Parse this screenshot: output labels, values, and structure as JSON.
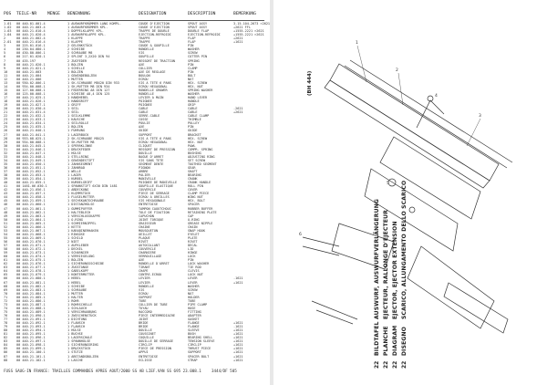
{
  "header": {
    "pos": "POS",
    "teile_nr": "TEILE-NR",
    "menge": "MENGE",
    "benennung": "BENENNUNG",
    "designation": "DESIGNATION",
    "description": "DESCRIPTION",
    "bemerkung": "BEMERKUNG"
  },
  "rows": [
    [
      "1.01",
      "00 440.01.001.4",
      "1 AUSWURFKRÜMMER LANG KOMPL.",
      "COUDE D'EJECTION",
      "SPOUT ASSY",
      "3-15.104-2673 >2621"
    ],
    [
      "1.02",
      "00 440.21.003.4",
      "1 AUSWURFKRÜMMER KPL.",
      "COUDE D'EJECTION",
      "SPOUT ASSY",
      "+2621 FFL"
    ],
    [
      "1.03",
      "00 440.21.010.4",
      "1 DOPPELKLAPPE KPL.",
      "TRAPPE DE DOUBLE",
      "DOUBLE FLAP",
      "+1555-2221 >2621"
    ],
    [
      "1.04",
      "00 440.21.020.4",
      "1 AUSWURFKLAPPE KPL.",
      "EJECTION-REFROIDI",
      "EJECTION-REFROIDI",
      "+1555-2221 >2621"
    ],
    [
      "2",
      "00 440.21.002.4",
      "1 KLAPPE",
      "TRAPPE",
      "FLAP",
      "+2621"
    ],
    [
      "2.01",
      "00 440.21.016.4",
      "1 KLAPPE",
      "TRAPPE",
      "FLAP",
      "+1621"
    ],
    [
      "3",
      "00 225.01.016.1",
      "2 GELENKSTÜCK",
      "COUDE & GOUPILLE",
      "PIN",
      ""
    ],
    [
      "4",
      "00 230.04.080.1",
      "2 SCHEIBE",
      "RONDELLE",
      "WASHER",
      ""
    ],
    [
      "5",
      "00 430.80.006.1",
      "2 SCHRAUBE M8",
      "VIS",
      "SCREW",
      ""
    ],
    [
      "6",
      "00 217.01.020.1",
      "2 SPLINT 3,2X20 DIN 94",
      "GOUPILLE",
      "COTTER PIN",
      ""
    ],
    [
      "7",
      "00 435.197",
      "2 ZUGFEDER",
      "RESSORT DE TRACTION",
      "SPRING",
      ""
    ],
    [
      "8",
      "00 440.21.020.1",
      "1 BOLZEN",
      "AXE",
      "PIN",
      ""
    ],
    [
      "9",
      "00 440.21.021.1",
      "1 SCHELLE",
      "COLLIER",
      "CLAMP",
      ""
    ],
    [
      "10",
      "00 440.21.003",
      "1 BOLZEN",
      "AXE DE REGLAGE",
      "PIN",
      ""
    ],
    [
      "11",
      "00 440.21.004",
      "1 GEWINDEBOLZEN",
      "BOULON",
      "BOLT",
      ""
    ],
    [
      "12",
      "00 440.21.006",
      "1 MUTTER",
      "ECROU",
      "NUT",
      ""
    ],
    [
      "13",
      "00 930.02.006.1",
      "1 SK-SCHRAUBE M8X20 DIN 933",
      "VIS A TETE 6 PANS",
      "HEX. SCREW",
      ""
    ],
    [
      "14",
      "00 934.00.008.1",
      "1 SK-MUTTER M8 DIN 934",
      "ECROU HEXAGONAL",
      "HEX. NUT",
      ""
    ],
    [
      "15",
      "00 127.00.008.1",
      "1 FEDERRING A8 DIN 127",
      "RONDELLE GROWER",
      "SPRING WASHER",
      ""
    ],
    [
      "16",
      "00 125.00.008.1",
      "1 SCHEIBE A8,4 DIN 125",
      "RONDELLE",
      "WASHER",
      ""
    ],
    [
      "17",
      "00 440.21.025.1",
      "1 HANDHEBEL",
      "LEVIER A MAIN",
      "HAND LEVER",
      ""
    ],
    [
      "18",
      "00 440.21.026.1",
      "1 HANDGRIFF",
      "POIGNEE",
      "HANDLE",
      ""
    ],
    [
      "19",
      "00 440.21.027.1",
      "1 GRIFF",
      "POIGNEE",
      "GRIP",
      ""
    ],
    [
      "20",
      "00 440.21.030.4",
      "1 SEIL",
      "CABLE",
      "CABLE",
      "-2621"
    ],
    [
      "21",
      "00 440.21.031.4",
      "1 SEIL",
      "CABLE",
      "CABLE",
      "+2621"
    ],
    [
      "22",
      "00 440.21.032.1",
      "1 SEILKLEMME",
      "SERRE-CABLE",
      "CABLE CLAMP",
      ""
    ],
    [
      "23",
      "00 440.21.033.1",
      "1 KAUSCHE",
      "COSSE",
      "THIMBLE",
      ""
    ],
    [
      "24",
      "00 440.21.034.1",
      "1 SEILROLLE",
      "POULIE",
      "PULLEY",
      ""
    ],
    [
      "25",
      "00 440.21.035.1",
      "1 BOLZEN",
      "AXE",
      "PIN",
      ""
    ],
    [
      "26",
      "00 440.21.040.1",
      "1 FÜHRUNG",
      "GUIDE",
      "GUIDE",
      ""
    ],
    [
      "27",
      "00 440.21.041.1",
      "1 LAGERBOCK",
      "SUPPORT",
      "BRACKET",
      ""
    ],
    [
      "28",
      "00 933.08.025.1",
      "2 SK-SCHRAUBE M8X25",
      "VIS A TETE 6 PANS",
      "HEX. SCREW",
      ""
    ],
    [
      "29",
      "00 934.00.008.1",
      "2 SK-MUTTER M8",
      "ECROU HEXAGONAL",
      "HEX. NUT",
      ""
    ],
    [
      "30",
      "00 440.21.045.1",
      "1 SPERRKLINKE",
      "CLIQUET",
      "PAWL",
      ""
    ],
    [
      "31",
      "00 440.21.046.1",
      "1 DRUCKFEDER",
      "RESSORT DE PRESSION",
      "COMPR. SPRING",
      ""
    ],
    [
      "32",
      "00 440.21.047.1",
      "1 HÜLSE",
      "DOUILLE",
      "BUSHING",
      ""
    ],
    [
      "33",
      "00 440.21.048.1",
      "1 STELLRING",
      "BAGUE D'ARRET",
      "ADJUSTING RING",
      ""
    ],
    [
      "34",
      "00 440.21.049.1",
      "1 GEWINDESTIFT",
      "VIS SANS TETE",
      "SET SCREW",
      ""
    ],
    [
      "35",
      "00 440.21.050.1",
      "1 ZAHNSEGMENT",
      "SEGMENT DENTE",
      "TOOTHED SEGMENT",
      ""
    ],
    [
      "36",
      "00 440.21.051.1",
      "1 ZAHNRAD",
      "PIGNON",
      "GEAR",
      ""
    ],
    [
      "37",
      "00 440.21.052.1",
      "1 WELLE",
      "ARBRE",
      "SHAFT",
      ""
    ],
    [
      "38",
      "00 440.21.053.1",
      "1 LAGER",
      "PALIER",
      "BEARING",
      ""
    ],
    [
      "39",
      "00 440.21.054.1",
      "1 KURBEL",
      "MANIVELLE",
      "CRANK",
      ""
    ],
    [
      "40",
      "00 440.21.055.1",
      "1 KURBELGRIFF",
      "POIGNEE DE MANIVELLE",
      "CRANK HANDLE",
      ""
    ],
    [
      "41",
      "00 1481.06.030.1",
      "1 SPANNSTIFT 6X30 DIN 1481",
      "GOUPILLE ELASTIQUE",
      "ROLL PIN",
      ""
    ],
    [
      "42",
      "00 440.21.056.1",
      "1 ABDECKUNG",
      "COUVERCLE",
      "COVER",
      ""
    ],
    [
      "43",
      "00 440.21.057.1",
      "1 KLEMMSTÜCK",
      "PIECE DE SERRAGE",
      "CLAMP PIECE",
      ""
    ],
    [
      "44",
      "00 440.21.058.1",
      "1 FLÜGELMUTTER",
      "ECROU A OREILLES",
      "WING NUT",
      ""
    ],
    [
      "45",
      "00 440.21.059.1",
      "1 SECHSKANTSCHRAUBE",
      "VIS HEXAGONALE",
      "HEX. BOLT",
      ""
    ],
    [
      "46",
      "00 440.21.060.1",
      "1 DISTANZHÜLSE",
      "ENTRETOISE",
      "SPACER",
      ""
    ],
    [
      "47",
      "00 440.21.061.1",
      "1 GUMMIPUFFER",
      "TAMPON CAOUTCHOUC",
      "RUBBER BUFFER",
      ""
    ],
    [
      "48",
      "00 440.21.062.1",
      "1 HALTEBLECH",
      "TOLE DE FIXATION",
      "RETAINING PLATE",
      ""
    ],
    [
      "49",
      "00 440.21.063.1",
      "1 VERSCHLUSSKAPPE",
      "CAPUCHON",
      "CAP",
      ""
    ],
    [
      "50",
      "00 440.21.064.1",
      "1 O-RING",
      "JOINT TORIQUE",
      "O-RING",
      ""
    ],
    [
      "51",
      "00 440.21.065.1",
      "1 SCHMIERNIPPEL",
      "GRAISSEUR",
      "GREASE NIPPLE",
      ""
    ],
    [
      "52",
      "00 440.21.066.1",
      "1 KETTE",
      "CHAINE",
      "CHAIN",
      ""
    ],
    [
      "53",
      "00 440.21.067.1",
      "1 KARABINERHAKEN",
      "MOUSQUETON",
      "SNAP HOOK",
      ""
    ],
    [
      "54",
      "00 440.21.068.1",
      "1 RINGÖSE",
      "OEILLET",
      "EYELET",
      ""
    ],
    [
      "55",
      "00 440.21.069.1",
      "1 SCHILD",
      "PLAQUE",
      "PLATE",
      ""
    ],
    [
      "56",
      "00 440.21.070.1",
      "2 NIET",
      "RIVET",
      "RIVET",
      ""
    ],
    [
      "57",
      "00 440.21.071.1",
      "1 AUFKLEBER",
      "AUTOCOLLANT",
      "DECAL",
      ""
    ],
    [
      "58",
      "00 440.21.072.1",
      "1 DECKEL",
      "COUVERCLE",
      "LID",
      ""
    ],
    [
      "59",
      "00 440.21.073.1",
      "1 SCHARNIER",
      "CHARNIERE",
      "HINGE",
      ""
    ],
    [
      "60",
      "00 440.21.074.1",
      "1 VERRIEGELUNG",
      "VERROUILLAGE",
      "LOCK",
      ""
    ],
    [
      "61",
      "00 440.21.075.1",
      "1 BOLZEN",
      "AXE",
      "PIN",
      ""
    ],
    [
      "62",
      "00 440.21.076.1",
      "1 SICHERUNGSSCHEIBE",
      "RONDELLE D'ARRET",
      "LOCK WASHER",
      ""
    ],
    [
      "63",
      "00 440.21.077.1",
      "1 ZUGSTANGE",
      "TIRANT",
      "TIE ROD",
      ""
    ],
    [
      "64",
      "00 440.21.078.1",
      "1 GABELKOPF",
      "CHAPE",
      "CLEVIS",
      ""
    ],
    [
      "65",
      "00 440.21.079.1",
      "1 KONTERMUTTER",
      "CONTRE-ECROU",
      "LOCK NUT",
      ""
    ],
    [
      "66",
      "00 440.21.080.1",
      "1 HEBEL",
      "LEVIER",
      "LEVER",
      "-1621"
    ],
    [
      "67",
      "00 440.21.081.1",
      "1 HEBEL",
      "LEVIER",
      "LEVER",
      "+1621"
    ],
    [
      "68",
      "00 440.21.082.1",
      "1 SCHEIBE",
      "RONDELLE",
      "WASHER",
      ""
    ],
    [
      "69",
      "00 440.21.083.1",
      "1 SCHRAUBE",
      "VIS",
      "SCREW",
      ""
    ],
    [
      "70",
      "00 440.21.084.1",
      "1 MUTTER",
      "ECROU",
      "NUT",
      ""
    ],
    [
      "71",
      "00 440.21.085.1",
      "1 HALTER",
      "SUPPORT",
      "HOLDER",
      ""
    ],
    [
      "72",
      "00 440.21.086.1",
      "1 ROHR",
      "TUBE",
      "TUBE",
      ""
    ],
    [
      "73",
      "00 440.21.087.1",
      "1 ROHRSCHELLE",
      "COLLIER DE TUBE",
      "PIPE CLAMP",
      ""
    ],
    [
      "74",
      "00 440.21.088.1",
      "1 SCHLAUCH",
      "TUYAU",
      "HOSE",
      ""
    ],
    [
      "75",
      "00 440.21.089.1",
      "1 VERSCHRAUBUNG",
      "RACCORD",
      "FITTING",
      ""
    ],
    [
      "76",
      "00 440.21.090.1",
      "1 ZWISCHENSTÜCK",
      "PIECE INTERMEDIAIRE",
      "ADAPTER",
      ""
    ],
    [
      "77",
      "00 440.21.091.1",
      "1 DICHTUNG",
      "JOINT",
      "GASKET",
      ""
    ],
    [
      "78",
      "00 440.21.092.1",
      "1 FLANSCH",
      "BRIDE",
      "FLANGE",
      "+1621"
    ],
    [
      "79",
      "00 440.21.093.1",
      "1 FLANSCH",
      "BRIDE",
      "FLANGE",
      "-1621"
    ],
    [
      "80",
      "00 440.21.094.1",
      "1 HÜLSE",
      "DOUILLE",
      "SLEEVE",
      "+1621"
    ],
    [
      "81",
      "00 440.21.095.1",
      "1 BUCHSE",
      "COUSSINET",
      "BUSH",
      "+1621"
    ],
    [
      "82",
      "00 440.21.096.1",
      "1 LAGERSCHALE",
      "COQUILLE",
      "BEARING SHELL",
      "+1621"
    ],
    [
      "83",
      "00 440.21.097.1",
      "1 SPANNHÜLSE",
      "DOUILLE DE SERRAGE",
      "TENSION SLEEVE",
      "+1621"
    ],
    [
      "84",
      "00 440.21.098.1",
      "1 SICHERUNGSRING",
      "CIRCLIP",
      "CIRCLIP",
      "+1621"
    ],
    [
      "85",
      "00 440.21.099.1",
      "1 DRUCKSTÜCK",
      "PIECE DE PRESSION",
      "THRUST PIECE",
      "+1621"
    ],
    [
      "86",
      "00 440.21.100.1",
      "1 STÜTZE",
      "APPUI",
      "SUPPORT",
      "+1621"
    ],
    [
      "87",
      "00 440.21.101.1",
      "1 ABSTANDSBOLZEN",
      "ENTRETOISE",
      "SPACER BOLT",
      "+1621"
    ],
    [
      "88",
      "00 440.21.102.1",
      "1 LASCHE",
      "ECLISSE",
      "STRAP",
      "+1621"
    ]
  ],
  "footer": {
    "left": "FUSS SAUG-IN FRANCE: TRAILLES COMMANDES APRES AOUT/2000 SS  AB LIEF.VAN SS 695 23.008.1",
    "right": "3444/DF 505"
  },
  "title_block": {
    "sheet_id": "(BH 444)",
    "lines": [
      {
        "num": "22",
        "lang": "BILDTAFEL",
        "text": "AUSWURF, AUSWURFVERLÄNGERUNG"
      },
      {
        "num": "22",
        "lang": "PLANCHE",
        "text": "EJECTEUR, RALLONGE D'EJECTEUR"
      },
      {
        "num": "22",
        "lang": "DIAGRAM",
        "text": "EJECTOR, EJECTOR EXTENSION"
      },
      {
        "num": "22",
        "lang": "DISEGNO",
        "text": "SCARICO, ALLUNGAMENTO DELLO SCARICO"
      }
    ]
  }
}
